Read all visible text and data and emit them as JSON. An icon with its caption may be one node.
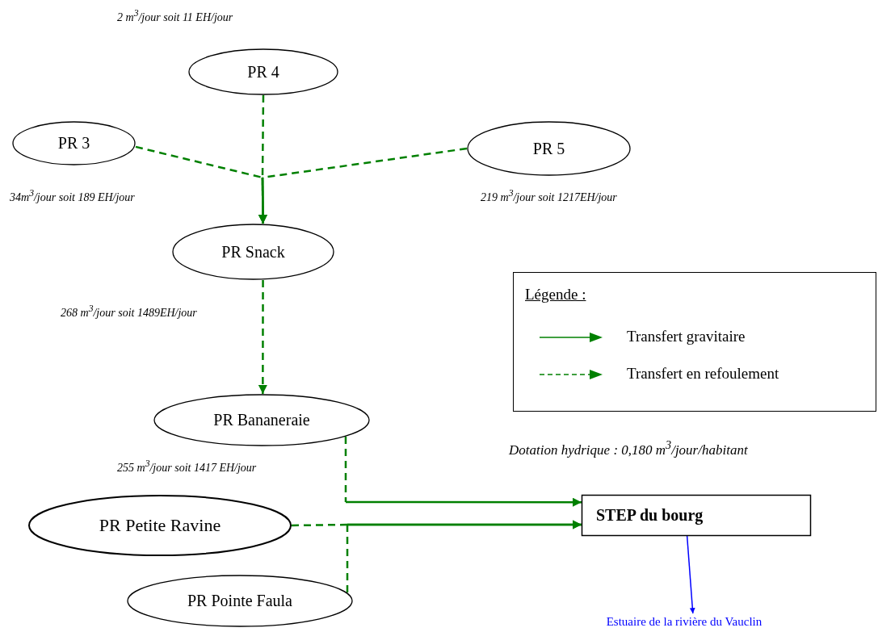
{
  "diagram": {
    "nodes": [
      {
        "text": [
          "PR 4"
        ],
        "beside": [
          "2 m$^{3}$/jour soit 11 EH/jour"
        ]
      },
      {
        "text": [
          "PR 3"
        ],
        "beside": [
          "34m$^{3}$/jour soit 189 EH/jour"
        ]
      },
      {
        "text": [
          "PR 5"
        ],
        "beside": [
          "219 m$^{3}$/jour soit 1217EH/jour"
        ]
      },
      {
        "text": [
          "PR Snack"
        ],
        "beside": [
          "268 m$^{3}$/jour soit 1489EH/jour"
        ]
      },
      {
        "text": [
          "PR Bananeraie"
        ],
        "beside": [
          "255 m$^{3}$/jour soit 1417 EH/jour"
        ]
      },
      {
        "text": [
          "PR Petite Ravine"
        ]
      },
      {
        "text": [
          "PR Pointe Faula"
        ]
      },
      {
        "text": [
          "STEP du bourg"
        ]
      },
      {
        "text": [
          "Estuaire de la rivière du Vauclin"
        ]
      }
    ],
    "edges": [
      {
        "from": 0,
        "to": 3,
        "arrow": "to",
        "style": "dashed"
      },
      {
        "from": 1,
        "to": 3,
        "arrow": "to",
        "style": "dashed"
      },
      {
        "from": 2,
        "to": 3,
        "arrow": "to",
        "style": "dashed"
      },
      {
        "from": 3,
        "to": 4,
        "arrow": "to",
        "style": "dashed"
      },
      {
        "from": 4,
        "to": 7,
        "arrow": "to"
      },
      {
        "from": 5,
        "to": 7,
        "arrow": "to"
      },
      {
        "from": 6,
        "to": 7,
        "arrow": "to"
      },
      {
        "from": 7,
        "to": 8,
        "arrow": "to",
        "color": "#0000ff"
      }
    ],
    "labels": [
      "Légende :",
      "Dotation hydrique : 0,180 m$^{3}$/jour/habitant"
    ],
    "legend": [
      {
        "text": "Transfert gravitaire"
      },
      {
        "text": "Transfert en refoulement"
      }
    ]
  }
}
